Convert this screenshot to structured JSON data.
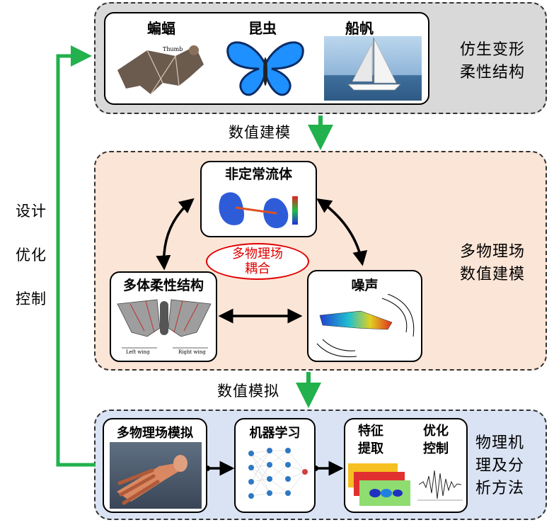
{
  "top": {
    "label_line1": "仿生变形",
    "label_line2": "柔性结构",
    "items": [
      {
        "title": "蝙蝠",
        "caption": "Thumb"
      },
      {
        "title": "昆虫"
      },
      {
        "title": "船帆"
      }
    ]
  },
  "mid": {
    "label_line1": "多物理场",
    "label_line2": "数值建模",
    "fluid": "非定常流体",
    "structure": "多体柔性结构",
    "noise": "噪声",
    "coupling_line1": "多物理场",
    "coupling_line2": "耦合",
    "wing_left": "Left wing",
    "wing_right": "Right wing"
  },
  "bottom": {
    "label_line1": "物理机",
    "label_line2": "理及分",
    "label_line3": "析方法",
    "sim": "多物理场模拟",
    "ml": "机器学习",
    "feature_line1": "特征",
    "feature_line2": "提取",
    "control_line1": "优化",
    "control_line2": "控制"
  },
  "arrows": {
    "modeling": "数值建模",
    "simulation": "数值模拟",
    "loop_line1": "设计",
    "loop_line2": "优化",
    "loop_line3": "控制"
  },
  "colors": {
    "arrow_green": "#22b14c",
    "top_panel": "#d9d9d9",
    "mid_panel": "#fbe5d6",
    "bottom_panel": "#dae3f3",
    "coupling_red": "#e00000"
  }
}
